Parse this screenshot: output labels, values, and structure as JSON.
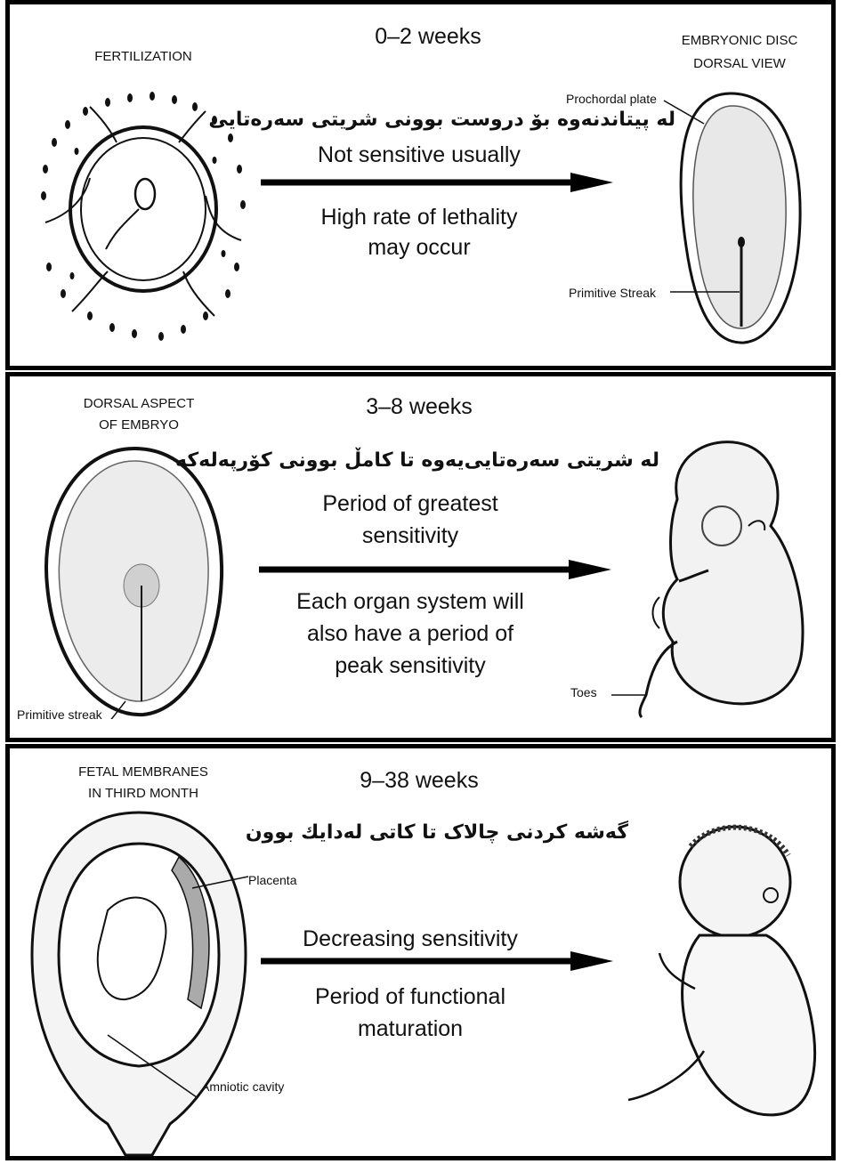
{
  "panels": [
    {
      "weeks": "0–2 weeks",
      "kurdish": "لە پیتاندنەوە بۆ دروست بوونی شریتی سەرەتایی",
      "lines": [
        "Not sensitive usually",
        "High rate of lethality",
        "may occur"
      ],
      "left_title": [
        "FERTILIZATION"
      ],
      "right_title": [
        "EMBRYONIC DISC",
        "DORSAL VIEW"
      ],
      "labels": [
        "Prochordal plate",
        "Primitive Streak"
      ]
    },
    {
      "weeks": "3–8 weeks",
      "kurdish": "لە شریتی سەرەتایی‌یەوە تا کامڵ بوونی کۆرپەلەکە",
      "lines": [
        "Period of greatest",
        "sensitivity",
        "Each organ system will",
        "also have a period of",
        "peak sensitivity"
      ],
      "left_title": [
        "DORSAL ASPECT",
        "OF EMBRYO"
      ],
      "labels": [
        "Primitive streak",
        "Toes"
      ]
    },
    {
      "weeks": "9–38 weeks",
      "kurdish": "گەشە کردنی چالاک تا کاتی لەدایك بوون",
      "lines": [
        "Decreasing sensitivity",
        "Period of functional",
        "maturation"
      ],
      "left_title": [
        "FETAL MEMBRANES",
        "IN THIRD MONTH"
      ],
      "labels": [
        "Placenta",
        "Amniotic cavity"
      ]
    }
  ],
  "colors": {
    "ink": "#111111",
    "stipple": "#9a9a9a",
    "arrow": "#000000"
  }
}
